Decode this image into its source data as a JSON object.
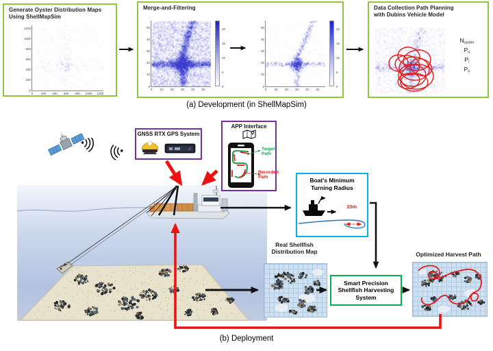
{
  "captions": {
    "a": "(a) Development (in ShellMapSim)",
    "b": "(b) Deployment"
  },
  "development": {
    "generate_box": {
      "title": "Generate Oyster Distribution Maps\nUsing ShellMapSim",
      "plot": {
        "type": "scatter-density",
        "xticks": [
          "0",
          "200",
          "400",
          "600",
          "800",
          "1000",
          "1200"
        ],
        "yticks": [
          "0",
          "200",
          "400",
          "600",
          "800",
          "1000",
          "1200"
        ]
      }
    },
    "merge_box": {
      "title": "Merge-and-Filtering",
      "heat_xticks": [
        "0",
        "10",
        "20",
        "30",
        "40",
        "50"
      ],
      "heat_yticks": [
        "0",
        "10",
        "20",
        "30",
        "40",
        "50"
      ],
      "colorbar_ticks": [
        "0",
        "5",
        "10",
        "15",
        "20"
      ]
    },
    "path_box": {
      "title": "Data Collection Path Planning\nwith Dubins Vehicle Model",
      "params": [
        {
          "base": "N",
          "sub": "oyster"
        },
        {
          "base": "P",
          "sub": "o"
        },
        {
          "base": "P",
          "sub": "i"
        },
        {
          "base": "P",
          "sub": "e"
        }
      ]
    }
  },
  "deployment": {
    "gnss_title": "GNSS RTX GPS System",
    "app": {
      "title": "APP Interface",
      "target_label": "Target\nPath",
      "recorded_label": "Recorded\nPath"
    },
    "turning_box": {
      "title": "Boat's Minimum\nTurning Radius",
      "radius_label": "10m"
    },
    "real_map_label": "Real Shellfish\nDistribution Map",
    "system_box_label": "Smart Precision\nShellfish Harvesting\nSystem",
    "optimized_map_label": "Optimized Harvest Path"
  },
  "colors": {
    "dev_border": "#8dc63f",
    "purple": "#7030a0",
    "cyan": "#00b0f0",
    "system_green": "#00b050",
    "red": "#ee1111",
    "target_green": "#1e9e50",
    "recorded_red": "#d62020",
    "heat_blue": "#3a3ed0"
  }
}
